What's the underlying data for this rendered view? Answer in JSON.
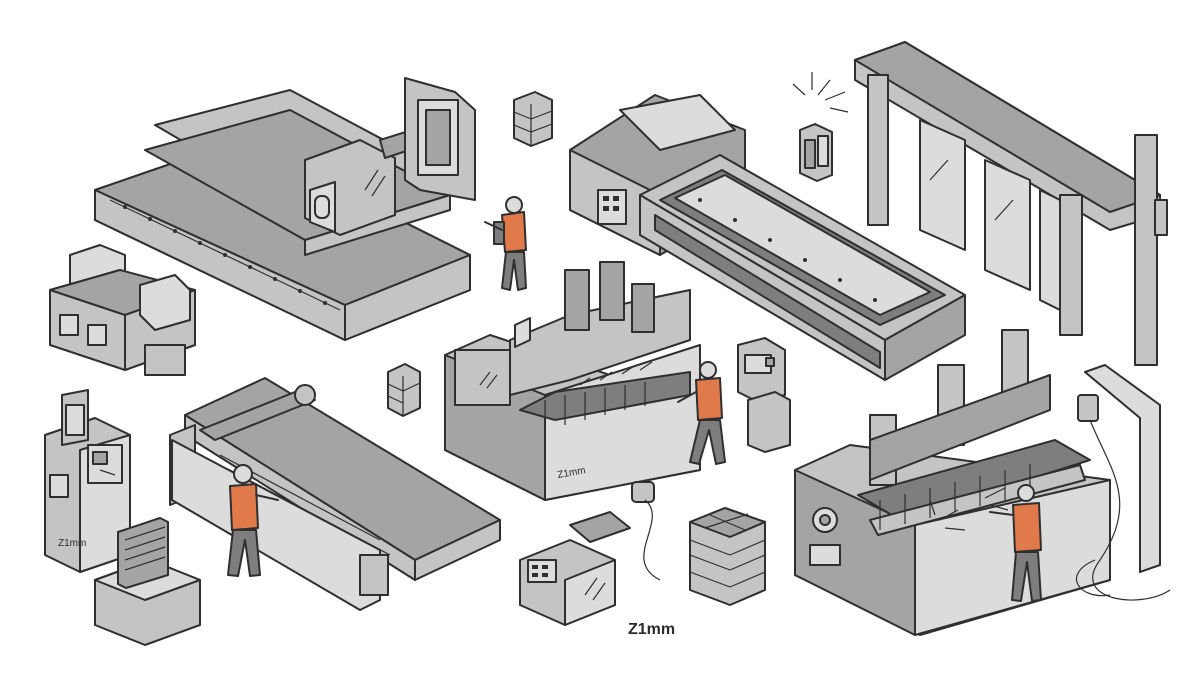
{
  "labels": {
    "brand_center": "Z1mm",
    "machine_center": "Z1mm",
    "machine_left": "Z1mm"
  },
  "colors": {
    "machine_fill": "#9b9b9b",
    "machine_light": "#d4d4d4",
    "machine_mid": "#b9b9b9",
    "outline": "#2f2f2f",
    "accent_vest": "#e07a4a",
    "worker_dark": "#6a6a6a",
    "glass": "#e6e6e6"
  },
  "icons": [
    "cnc-router-icon",
    "glass-conveyor-icon",
    "gantry-frame-icon",
    "cutting-table-icon",
    "engraving-machine-icon",
    "welding-machine-icon",
    "control-panel-icon",
    "worker-icon",
    "spark-icon",
    "crate-icon"
  ]
}
